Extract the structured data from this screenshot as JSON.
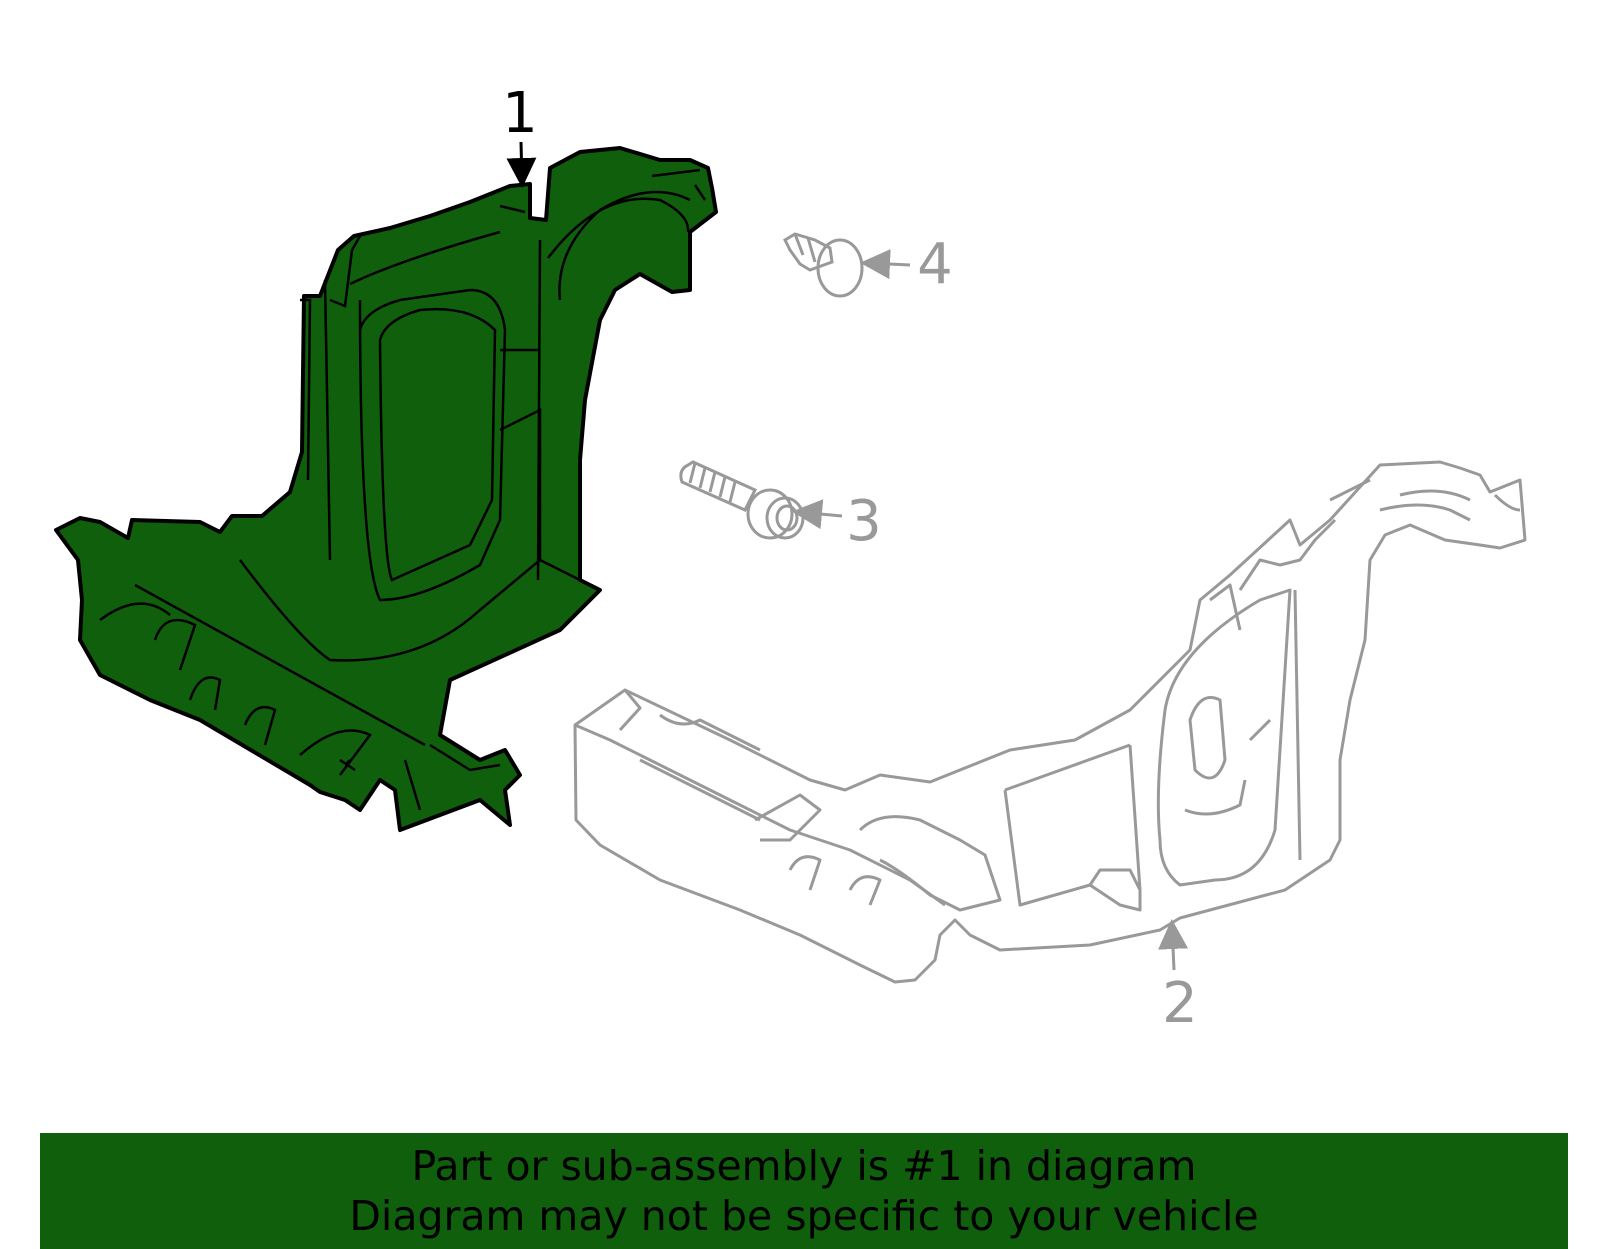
{
  "callouts": [
    {
      "number": "1",
      "part": "highlighted shield"
    },
    {
      "number": "2",
      "part": "crossmember"
    },
    {
      "number": "3",
      "part": "bolt"
    },
    {
      "number": "4",
      "part": "clip"
    }
  ],
  "banner": {
    "line1": "Part or sub-assembly is #1 in diagram",
    "line2": "Diagram may not be specific to your vehicle"
  },
  "colors": {
    "highlight_fill": "#105f0c",
    "highlight_stroke": "#000000",
    "other_parts_stroke": "#999999",
    "banner_bg": "#105f0c"
  }
}
